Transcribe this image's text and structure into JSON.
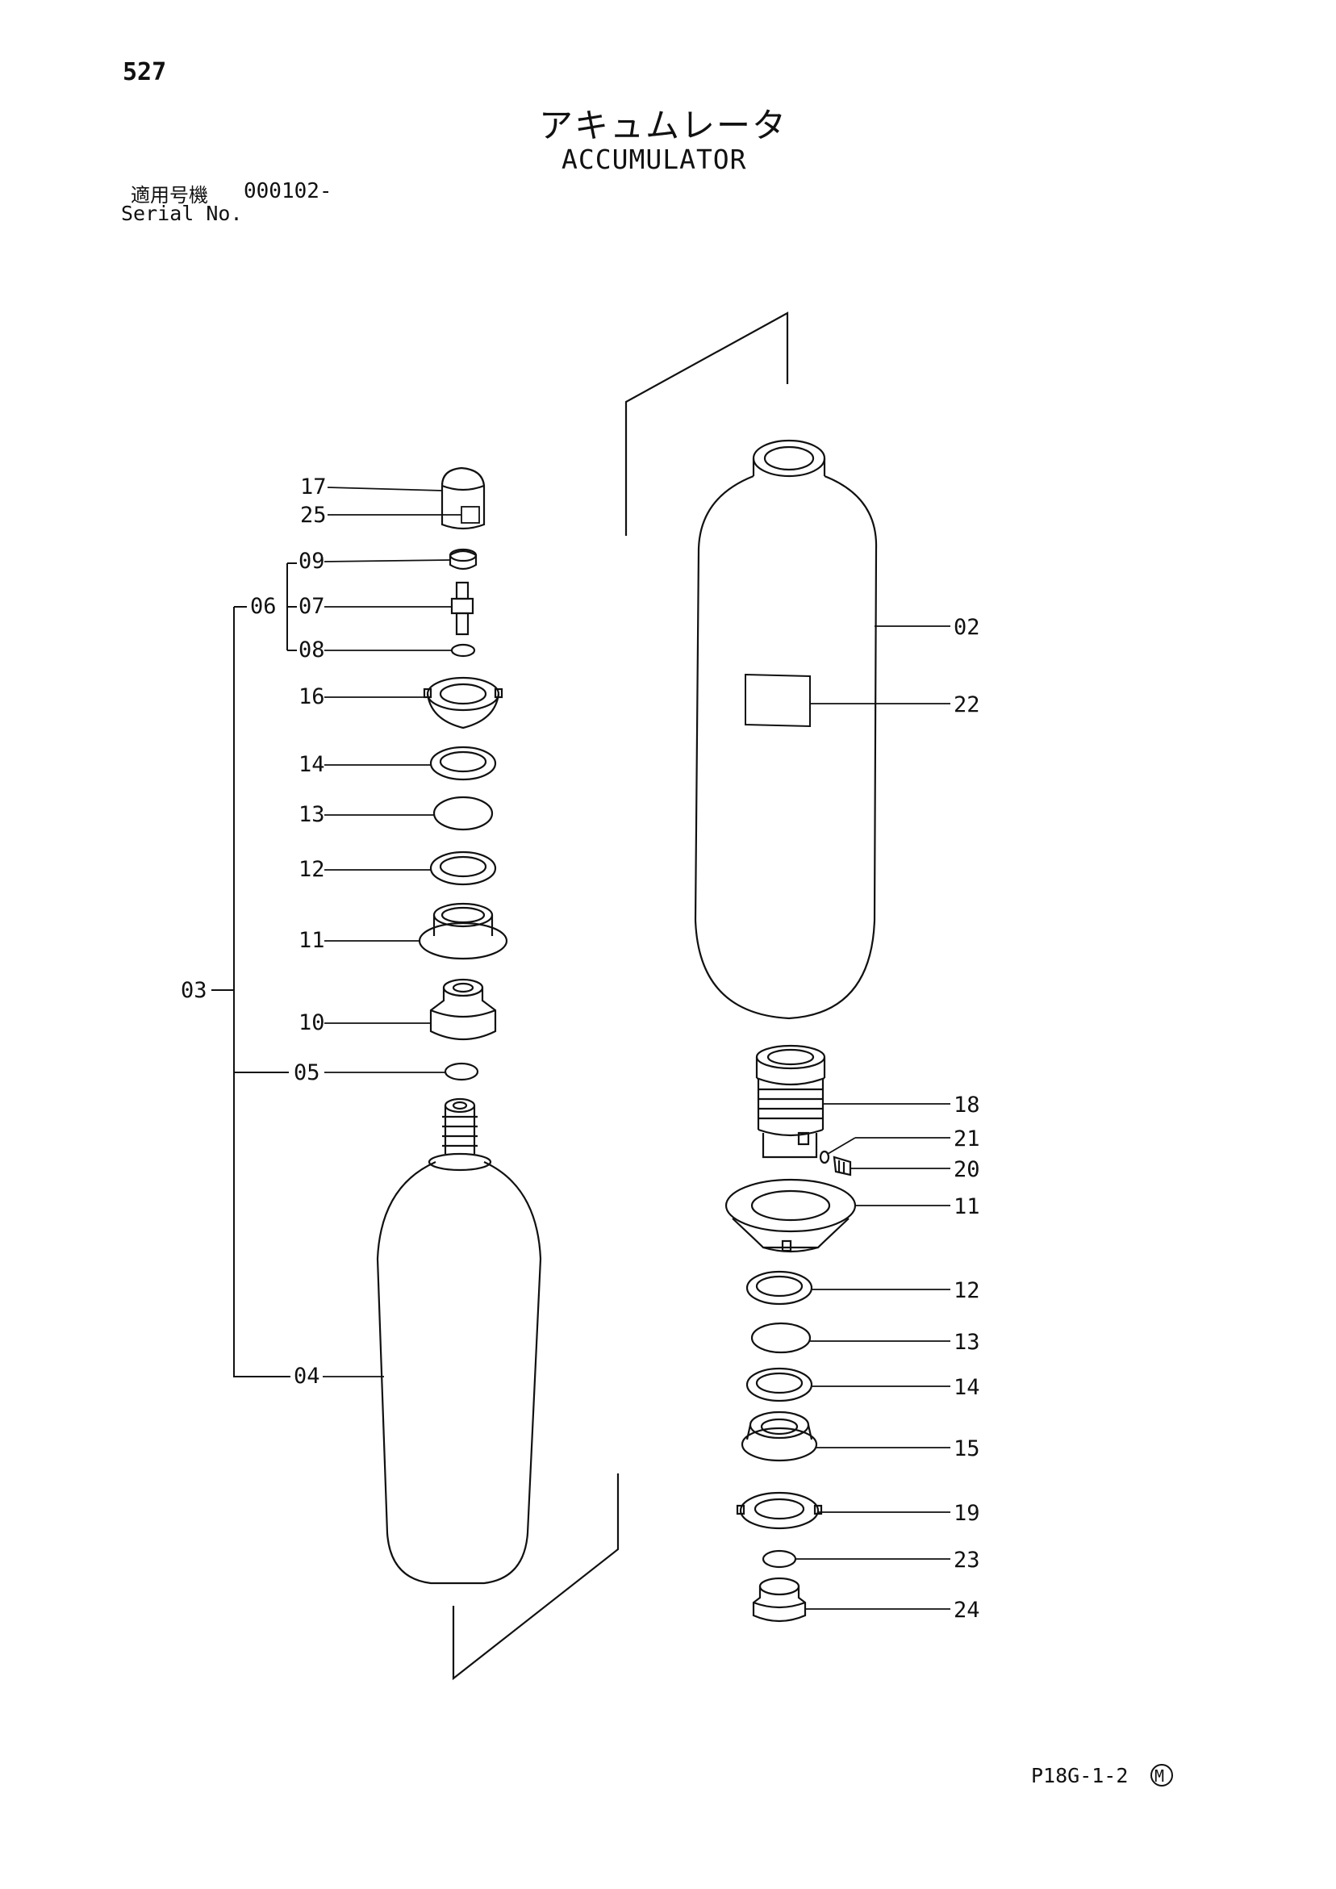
{
  "page_number": "527",
  "title_jp": "アキュムレータ",
  "title_en": "ACCUMULATOR",
  "serial": {
    "label_jp": "適用号機",
    "number": "000102-",
    "label_en": "Serial No."
  },
  "footer": {
    "mark": "M",
    "code": "P18G-1-2"
  },
  "parts": {
    "p17": "17",
    "p25": "25",
    "p09": "09",
    "p06": "06",
    "p07": "07",
    "p08": "08",
    "p16": "16",
    "p14": "14",
    "p13": "13",
    "p12": "12",
    "p11": "11",
    "p03": "03",
    "p10": "10",
    "p05": "05",
    "p04": "04",
    "r02": "02",
    "r22": "22",
    "r18": "18",
    "r21": "21",
    "r20": "20",
    "r11": "11",
    "r12": "12",
    "r13": "13",
    "r14": "14",
    "r15": "15",
    "r19": "19",
    "r23": "23",
    "r24": "24"
  }
}
